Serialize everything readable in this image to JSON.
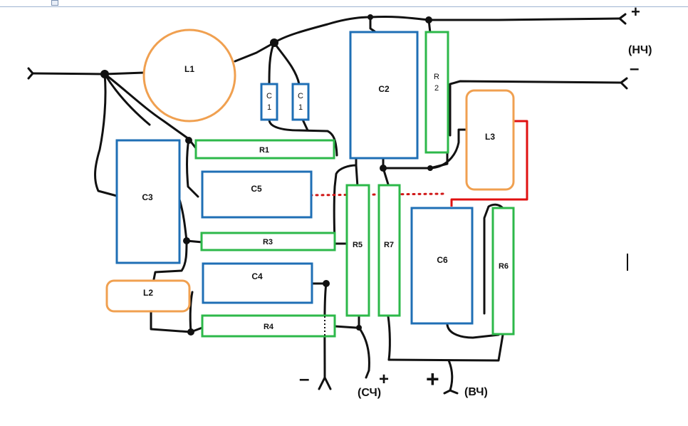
{
  "components": {
    "L1": "L1",
    "L2": "L2",
    "L3": "L3",
    "C1a": "C\n1",
    "C1b": "C\n1",
    "C2": "C2",
    "C3": "C3",
    "C4": "C4",
    "C5": "C5",
    "C6": "C6",
    "R1": "R1",
    "R2": "R\n2",
    "R3": "R3",
    "R4": "R4",
    "R5": "R5",
    "R6": "R6",
    "R7": "R7"
  },
  "outputs": {
    "lf_label": "(НЧ)",
    "mf_label": "(СЧ)",
    "hf_label": "(ВЧ)",
    "plus": "+",
    "minus": "–"
  },
  "colors": {
    "inductor": "#f0a050",
    "capacitor": "#1f6fb5",
    "resistor": "#2db84a",
    "wire": "#111111",
    "jumper": "#e01010"
  }
}
